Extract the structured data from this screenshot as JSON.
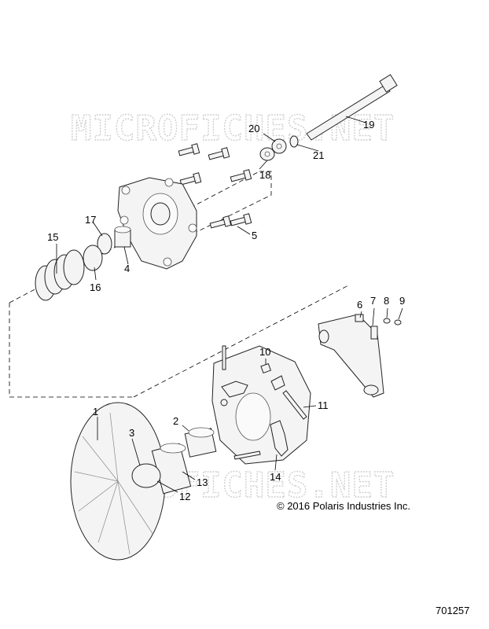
{
  "watermark": "MICROFICHES.NET",
  "copyright": "© 2016 Polaris Industries Inc.",
  "drawing_number": "701257",
  "callouts": [
    "1",
    "2",
    "3",
    "4",
    "5",
    "6",
    "7",
    "8",
    "9",
    "10",
    "11",
    "12",
    "13",
    "14",
    "15",
    "16",
    "17",
    "18",
    "19",
    "20",
    "21"
  ]
}
